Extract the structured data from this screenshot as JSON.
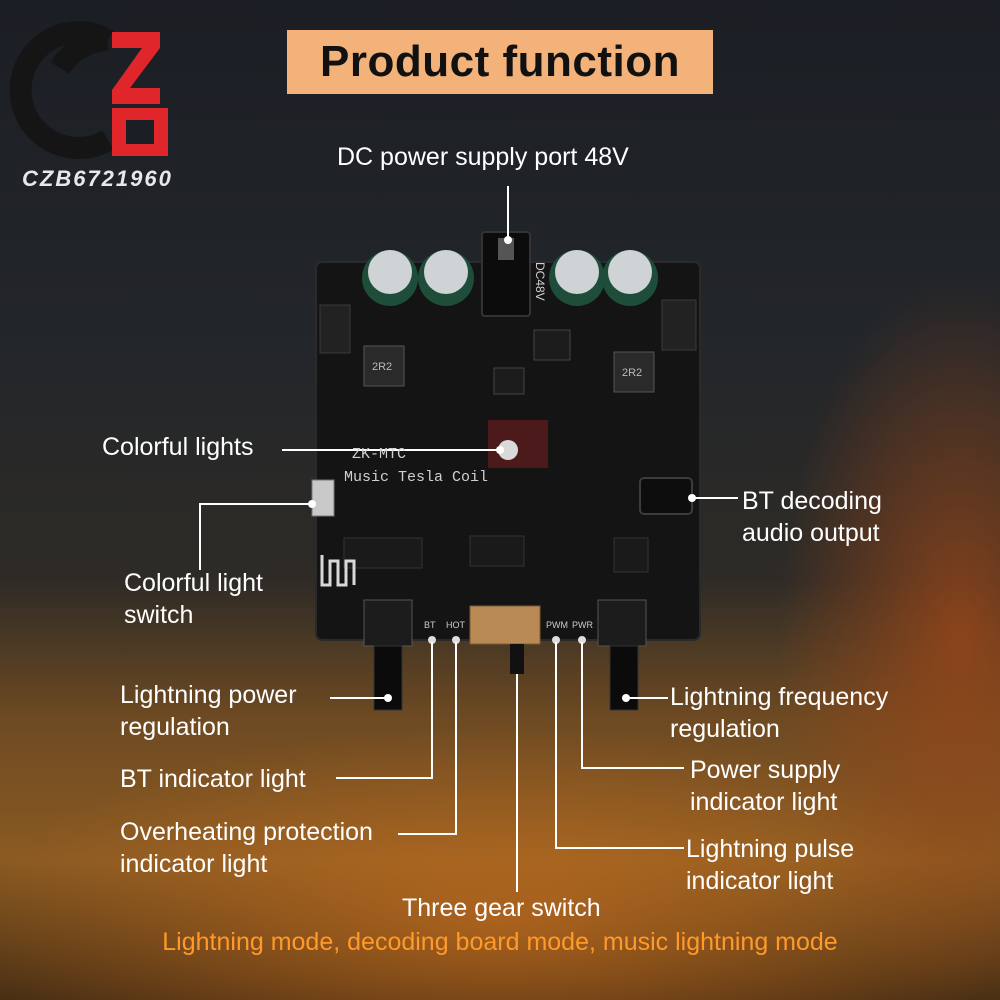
{
  "title": "Product function",
  "brand": {
    "name": "CZB6721960"
  },
  "board": {
    "silkscreen_model": "ZK-MTC",
    "silkscreen_name": "Music Tesla Coil",
    "dc_label": "DC48V",
    "inductor_label": "2R2",
    "led_labels": [
      "BT",
      "HOT",
      "PWM",
      "PWR"
    ]
  },
  "labels": {
    "dc_port": "DC power supply port 48V",
    "colorful_lights": "Colorful lights",
    "bt_output_1": "BT decoding",
    "bt_output_2": "audio output",
    "light_switch_1": "Colorful light",
    "light_switch_2": "switch",
    "power_reg_1": "Lightning power",
    "power_reg_2": "regulation",
    "freq_reg_1": "Lightning frequency",
    "freq_reg_2": "regulation",
    "bt_indicator": "BT indicator light",
    "power_indicator_1": "Power supply",
    "power_indicator_2": "indicator light",
    "overheat_1": "Overheating protection",
    "overheat_2": "indicator light",
    "pulse_1": "Lightning pulse",
    "pulse_2": "indicator light",
    "gear_switch": "Three gear switch"
  },
  "modes": "Lightning mode, decoding board mode, music lightning mode",
  "colors": {
    "title_bg": "#f3b27a",
    "mode_text": "#ff9a2a",
    "board": "#141414",
    "logo_red": "#e0262b"
  },
  "icons": [
    "brand-logo-icon",
    "bluetooth-antenna-icon"
  ]
}
